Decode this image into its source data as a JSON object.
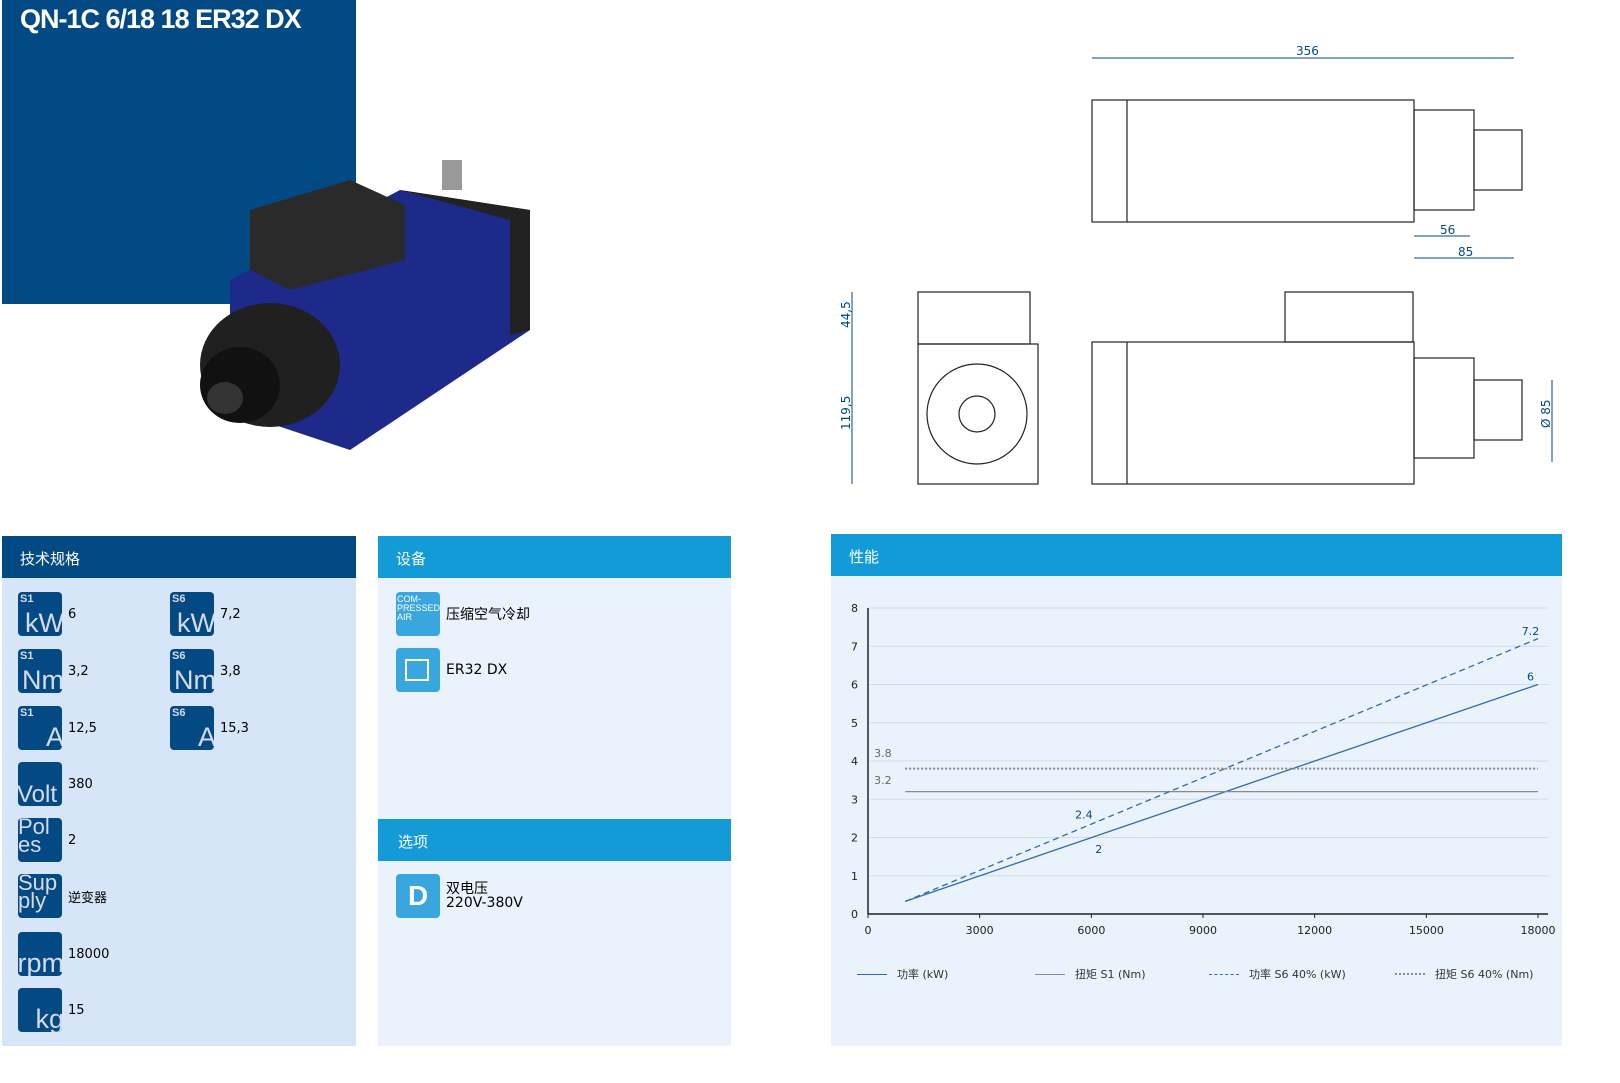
{
  "title": "QN-1C 6/18 18 ER32 DX",
  "drawings": {
    "dims": [
      "356",
      "56",
      "85",
      "44,5",
      "119,5",
      "Ø 85"
    ]
  },
  "specs": {
    "header": "技术规格",
    "items": [
      {
        "tag": "S1",
        "unit": "kW",
        "value": "6"
      },
      {
        "tag": "S6",
        "unit": "kW",
        "value": "7,2"
      },
      {
        "tag": "S1",
        "unit": "Nm",
        "value": "3,2"
      },
      {
        "tag": "S6",
        "unit": "Nm",
        "value": "3,8"
      },
      {
        "tag": "S1",
        "unit": "A",
        "value": "12,5"
      },
      {
        "tag": "S6",
        "unit": "A",
        "value": "15,3"
      },
      {
        "tag": "",
        "unit": "Volt",
        "value": "380"
      },
      {
        "tag": "",
        "unit": "Poles",
        "value": "2"
      },
      {
        "tag": "",
        "unit": "Supply",
        "value": "逆变器"
      },
      {
        "tag": "",
        "unit": "rpm",
        "value": "18000"
      },
      {
        "tag": "",
        "unit": "kg",
        "value": "15"
      }
    ]
  },
  "equipment": {
    "header": "设备",
    "items": [
      {
        "icon_text": "COM-PRESSED AIR",
        "label": "压缩空气冷却"
      },
      {
        "label": "ER32 DX"
      }
    ]
  },
  "options": {
    "header": "选项",
    "items": [
      {
        "label1": "双电压",
        "label2": "220V-380V"
      }
    ]
  },
  "performance": {
    "header": "性能"
  },
  "chart_data": {
    "type": "line",
    "xlim": [
      0,
      18000
    ],
    "ylim": [
      0,
      8
    ],
    "xticks": [
      "0",
      "3000",
      "6000",
      "9000",
      "12000",
      "15000",
      "18000"
    ],
    "yticks": [
      "0",
      "1",
      "2",
      "3",
      "4",
      "5",
      "6",
      "7",
      "8"
    ],
    "series": [
      {
        "name": "功率 (kW)",
        "style": "solid",
        "color": "#2f6da6",
        "x": [
          1000,
          18000
        ],
        "y": [
          0.33,
          6
        ]
      },
      {
        "name": "扭矩 S1 (Nm)",
        "style": "solid",
        "color": "#8a8a8a",
        "x": [
          1000,
          18000
        ],
        "y": [
          3.2,
          3.2
        ]
      },
      {
        "name": "功率 S6 40% (kW)",
        "style": "dashed",
        "color": "#2f6da6",
        "x": [
          1000,
          18000
        ],
        "y": [
          0.33,
          7.2
        ]
      },
      {
        "name": "扭矩 S6 40% (Nm)",
        "style": "dotted",
        "color": "#8a8a8a",
        "x": [
          1000,
          18000
        ],
        "y": [
          3.8,
          3.8
        ]
      }
    ],
    "annotations": [
      {
        "text": "7.2",
        "x": 17800,
        "y": 7.3,
        "color": "#034a85"
      },
      {
        "text": "6",
        "x": 17800,
        "y": 6.1,
        "color": "#034a85"
      },
      {
        "text": "2.4",
        "x": 5800,
        "y": 2.5,
        "color": "#034a85"
      },
      {
        "text": "2",
        "x": 6200,
        "y": 1.6,
        "color": "#034a85"
      },
      {
        "text": "3.8",
        "x": 400,
        "y": 4.1,
        "color": "#666"
      },
      {
        "text": "3.2",
        "x": 400,
        "y": 3.4,
        "color": "#666"
      }
    ]
  }
}
